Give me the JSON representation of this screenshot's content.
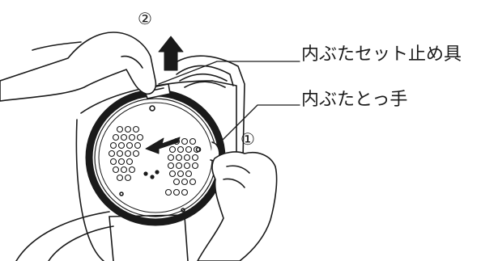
{
  "figure": {
    "steps": [
      "②",
      "①"
    ],
    "callouts": [
      "内ぶたセット止め具",
      "内ぶたとっ手"
    ]
  }
}
